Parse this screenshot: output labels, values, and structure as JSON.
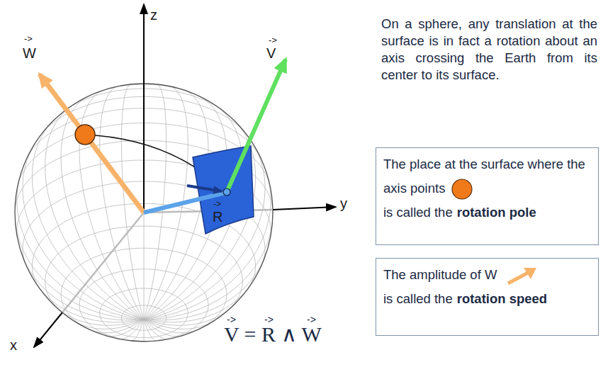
{
  "diagram": {
    "nodes": [
      {
        "text": [
          "The place at the surface where the axis points",
          "is called the",
          "rotation pole"
        ]
      },
      {
        "text": [
          "The amplitude of W",
          "is called the",
          "rotation speed"
        ]
      }
    ],
    "labels": [
      "->",
      "W",
      "z",
      "->",
      "V",
      "y",
      "->",
      "R",
      "x",
      "->",
      "->",
      "->",
      "V = R ∧ W",
      "On a sphere, any translation at the surface is in fact a rotation about an axis crossing the Earth from its center to its surface."
    ]
  }
}
